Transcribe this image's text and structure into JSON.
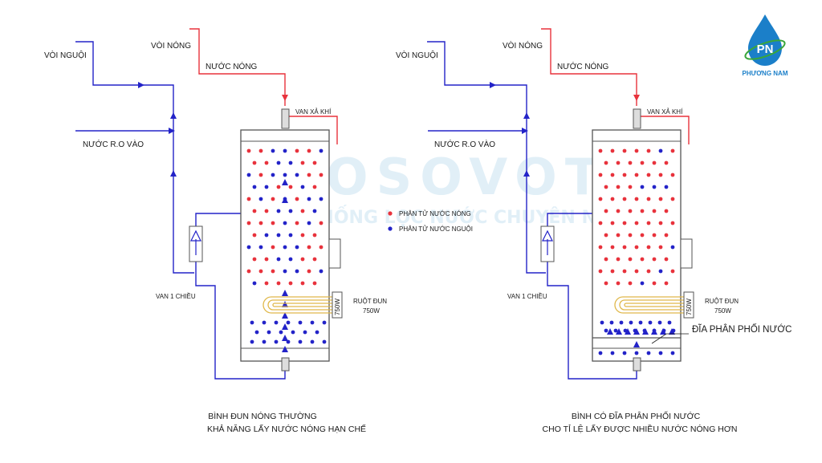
{
  "watermark": {
    "line1": "KOSOVOTA",
    "line2": "HỆ THỐNG LỌC NƯỚC CHUYÊN NGHIỆP"
  },
  "logo": {
    "initials": "PN",
    "name": "PHƯƠNG NAM"
  },
  "legend": {
    "hot": "PHÂN TỬ NƯỚC NÓNG",
    "cold": "PHÂN TỬ NƯỚC NGUỘI"
  },
  "colors": {
    "hot": "#e8323c",
    "cold": "#2323c8",
    "tank_outline": "#555555",
    "heater": "#e0b84a"
  },
  "left": {
    "cold_tap": "VÒI NGUỘI",
    "hot_tap": "VÒI NÓNG",
    "hot_water": "NƯỚC NÓNG",
    "ro_in": "NƯỚC R.O VÀO",
    "vent_valve": "VAN XẢ KHÍ",
    "check_valve": "VAN 1 CHIỀU",
    "heater_label": "RUỘT ĐUN",
    "heater_power": "750W",
    "heater_badge": "750W",
    "caption_1": "BÌNH ĐUN NÓNG THƯỜNG",
    "caption_2": "KHẢ NĂNG LẤY NƯỚC NÓNG HẠN CHẾ"
  },
  "right": {
    "cold_tap": "VÒI NGUỘI",
    "hot_tap": "VÒI NÓNG",
    "hot_water": "NƯỚC NÓNG",
    "ro_in": "NƯỚC R.O VÀO",
    "vent_valve": "VAN XẢ KHÍ",
    "check_valve": "VAN 1 CHIỀU",
    "heater_label": "RUỘT ĐUN",
    "heater_power": "750W",
    "heater_badge": "750W",
    "distributor": "ĐĨA PHÂN PHỐI NƯỚC",
    "caption_1": "BÌNH CÓ ĐĨA PHÂN PHỐI NƯỚC",
    "caption_2": "CHO TỈ LỆ LẤY ĐƯỢC NHIỀU NƯỚC NÓNG HƠN"
  }
}
